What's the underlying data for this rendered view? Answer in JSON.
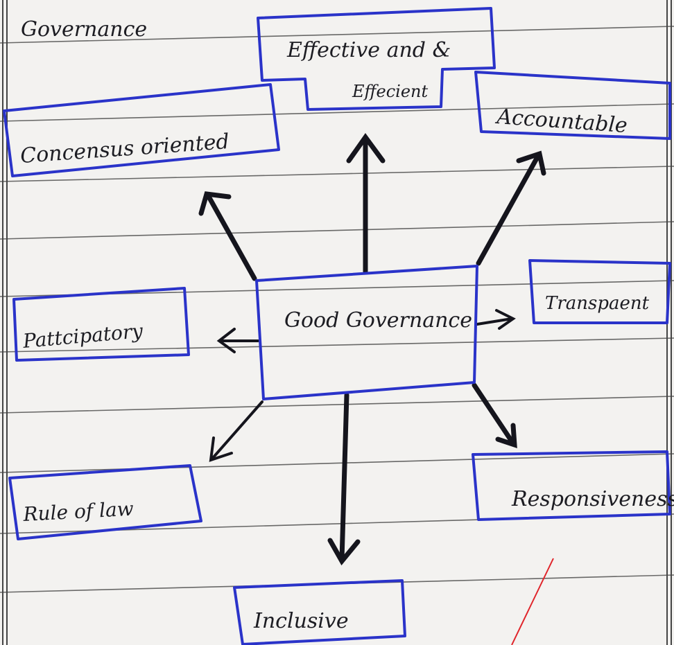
{
  "page_heading": "Governance",
  "center_node": {
    "label": "Good Governance"
  },
  "nodes": {
    "effective": {
      "line1": "Effective and &",
      "line2": "Effecient"
    },
    "consensus": {
      "label": "Concensus oriented"
    },
    "accountable": {
      "label": "Accountable"
    },
    "participatory": {
      "label": "Pattcipatory"
    },
    "transparent": {
      "label": "Transpaent"
    },
    "rule_of_law": {
      "label": "Rule of law"
    },
    "responsiveness": {
      "label": "Responsiveness"
    },
    "inclusive": {
      "label": "Inclusive"
    }
  },
  "colors": {
    "ink_blue": "#2a33c9",
    "ink_black": "#15151d",
    "paper": "#f3f2f0",
    "red_mark": "#e0242a"
  }
}
